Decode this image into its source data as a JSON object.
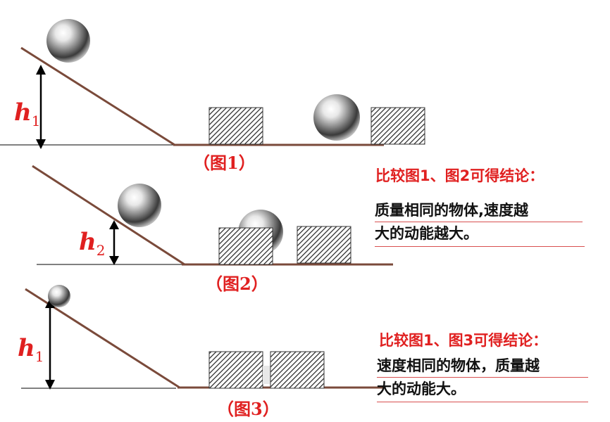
{
  "figures": [
    {
      "caption": "（图1）",
      "height_label": "h",
      "height_sub": "1"
    },
    {
      "caption": "（图2）",
      "height_label": "h",
      "height_sub": "2"
    },
    {
      "caption": "（图3）",
      "height_label": "h",
      "height_sub": "1"
    }
  ],
  "conclusions": [
    {
      "title": "比较图1、图2可得结论：",
      "lines": [
        "质量相同的物体,速度越",
        "大的动能越大。"
      ]
    },
    {
      "title": "比较图1、图3可得结论：",
      "lines": [
        "速度相同的物体，质量越",
        "大的动能大。"
      ]
    }
  ],
  "colors": {
    "ramp": "#7a4a3a",
    "caption": "#e02020",
    "text": "#111111"
  }
}
